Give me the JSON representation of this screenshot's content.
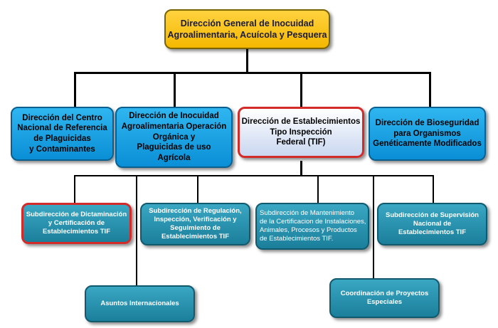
{
  "top": {
    "text": "Dirección General de Inocuidad\nAgroalimentaria, Acuícola y Pesquera"
  },
  "directions": [
    {
      "text": "Dirección del Centro\nNacional de Referencia\nde Plaguicidas\ny Contaminantes"
    },
    {
      "text": "Dirección de Inocuidad\nAgroalimentaria Operación\nOrgánica y\nPlaguicidas de uso\nAgrícola"
    },
    {
      "text": "Dirección de Establecimientos\nTipo Inspección\nFederal (TIF)"
    },
    {
      "text": "Dirección de Bioseguridad\npara Organismos\nGenéticamente Modificados"
    }
  ],
  "subdirections": [
    {
      "text": "Subdirección de Dictaminación\ny Certificación  de\nEstablecimientos TIF"
    },
    {
      "text": "Subdirección de Regulación,\nInspección,  Verificación y\nSeguimiento de\nEstablecimientos TIF"
    },
    {
      "text": "Subdirección de Mantenimiento\nde la Certificacion de Instalaciones,\nAnimales, Procesos y Productos\nde Establecimientos TIF."
    },
    {
      "text": "Subdirección de Supervisión\nNacional de\nEstablecimientos TIF"
    }
  ],
  "bottom": [
    {
      "text": "Asuntos Internacionales"
    },
    {
      "text": "Coordinación de Proyectos\nEspeciales"
    }
  ],
  "colors": {
    "top_fill": "#f5b800",
    "direction_fill": "#0a8fd6",
    "subdirection_fill": "#1b7f9b",
    "highlight_border": "#d32a2a"
  }
}
